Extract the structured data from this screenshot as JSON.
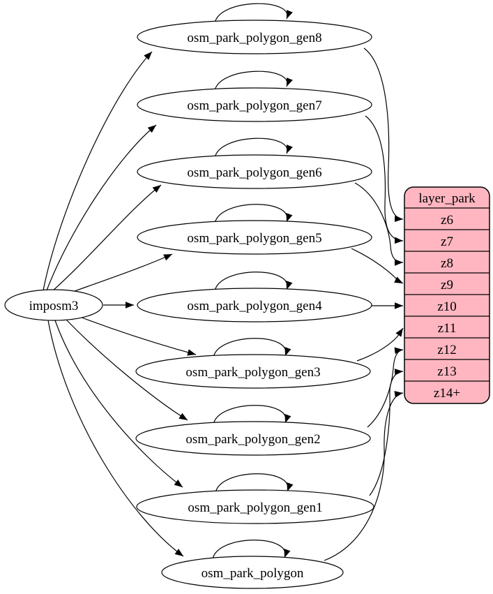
{
  "diagram": {
    "source_node": {
      "label": "imposm3"
    },
    "tables": [
      {
        "label": "osm_park_polygon_gen8",
        "target_zoom": "z6"
      },
      {
        "label": "osm_park_polygon_gen7",
        "target_zoom": "z7"
      },
      {
        "label": "osm_park_polygon_gen6",
        "target_zoom": "z8"
      },
      {
        "label": "osm_park_polygon_gen5",
        "target_zoom": "z9"
      },
      {
        "label": "osm_park_polygon_gen4",
        "target_zoom": "z10"
      },
      {
        "label": "osm_park_polygon_gen3",
        "target_zoom": "z11"
      },
      {
        "label": "osm_park_polygon_gen2",
        "target_zoom": "z12"
      },
      {
        "label": "osm_park_polygon_gen1",
        "target_zoom": "z13"
      },
      {
        "label": "osm_park_polygon",
        "target_zoom": "z14+"
      }
    ],
    "layer": {
      "title": "layer_park",
      "rows": [
        "z6",
        "z7",
        "z8",
        "z9",
        "z10",
        "z11",
        "z12",
        "z13",
        "z14+"
      ]
    },
    "colors": {
      "layer_fill": "#ffb6c1",
      "node_fill": "#ffffff",
      "stroke": "#000000"
    }
  }
}
